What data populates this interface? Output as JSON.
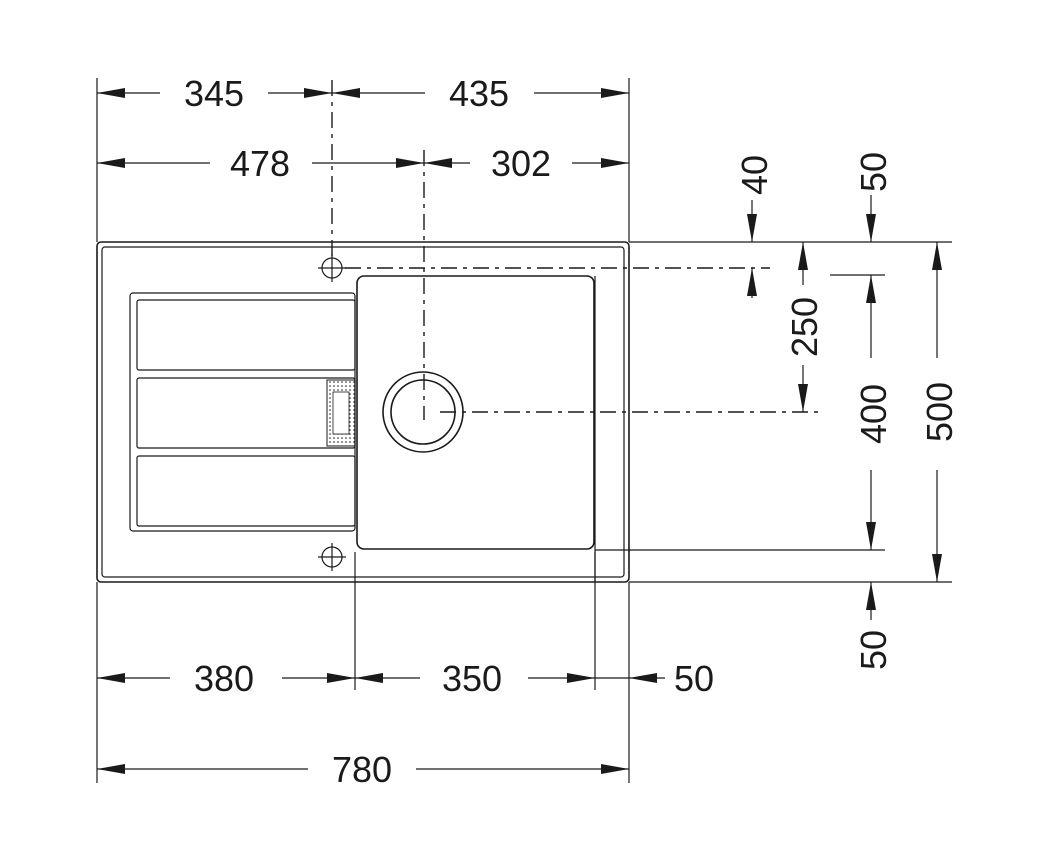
{
  "dimensions": {
    "top_345": "345",
    "top_435": "435",
    "top_478": "478",
    "top_302": "302",
    "right_40": "40",
    "right_50_top": "50",
    "right_250": "250",
    "right_400": "400",
    "right_500": "500",
    "right_50_bottom": "50",
    "bottom_380": "380",
    "bottom_350": "350",
    "bottom_50": "50",
    "bottom_780": "780"
  },
  "colors": {
    "line": "#1a1a1a",
    "background": "#ffffff"
  }
}
